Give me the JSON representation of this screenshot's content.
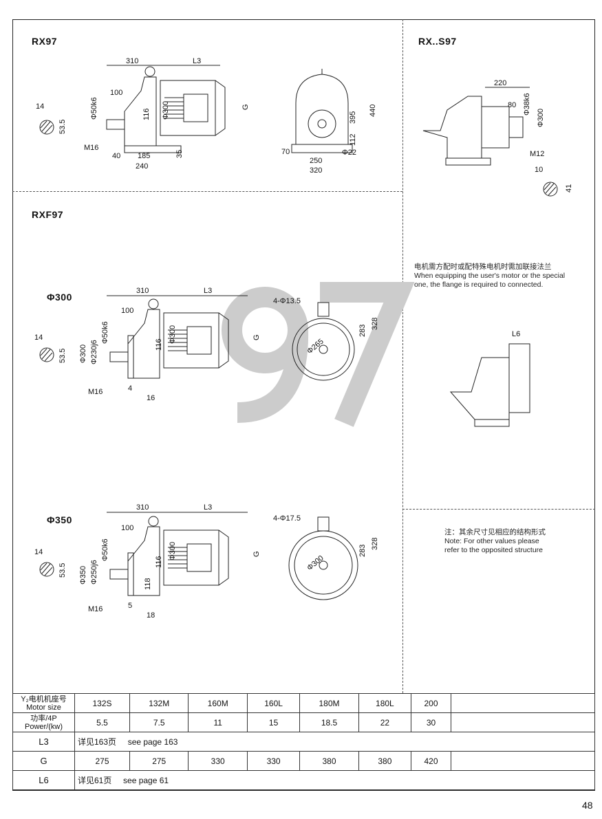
{
  "sections": {
    "rx97": "RX97",
    "rxs97": "RX..S97",
    "rxf97": "RXF97",
    "phi300": "Φ300",
    "phi350": "Φ350"
  },
  "watermark": "97",
  "dims": {
    "rx97": {
      "d310": "310",
      "l3": "L3",
      "d100": "100",
      "phi50k6": "Φ50k6",
      "phi300": "Φ300",
      "d116": "116",
      "g": "G",
      "m16": "M16",
      "d40": "40",
      "d185": "185",
      "d240": "240",
      "d35": "35",
      "key14": "14",
      "key53": "53.5",
      "d395": "395",
      "d440": "440",
      "d112": "112",
      "d70": "70",
      "phi22": "Φ22",
      "d250": "250",
      "d320": "320"
    },
    "rxs97": {
      "d220": "220",
      "d80": "80",
      "phi38k6": "Φ38k6",
      "phi300": "Φ300",
      "m12": "M12",
      "key10": "10",
      "key41": "41",
      "l6": "L6"
    },
    "rxf300": {
      "d310": "310",
      "l3": "L3",
      "d100": "100",
      "phi50k6": "Φ50k6",
      "phi300": "Φ300",
      "phi230j6": "Φ230j6",
      "d116": "116",
      "g": "G",
      "m16": "M16",
      "d4": "4",
      "d16": "16",
      "key14": "14",
      "key53": "53.5",
      "holes": "4-Φ13.5",
      "phi265": "Φ265",
      "d283": "283",
      "d328": "328"
    },
    "rxf350": {
      "d310": "310",
      "l3": "L3",
      "d100": "100",
      "phi50k6": "Φ50k6",
      "phi300": "Φ300",
      "phi350": "Φ350",
      "phi250j6": "Φ250j6",
      "d116": "116",
      "d118": "118",
      "g": "G",
      "m16": "M16",
      "d5": "5",
      "d18": "18",
      "key14": "14",
      "key53": "53.5",
      "holes": "4-Φ17.5",
      "phi300b": "Φ300",
      "d283": "283",
      "d328": "328"
    }
  },
  "notes": {
    "flange_cn": "电机需方配时或配特殊电机时需加联接法兰",
    "flange_en1": "When equipping the user's motor or the special",
    "flange_en2": "one, the flange is required to connected.",
    "other_cn": "注：其余尺寸见相应的结构形式",
    "other_en1": "Note: For other values please",
    "other_en2": "refer to the opposited structure"
  },
  "table": {
    "motor_size_label_cn": "Y₂电机机座号",
    "motor_size_label_en": "Motor size",
    "motor_sizes": [
      "132S",
      "132M",
      "160M",
      "160L",
      "180M",
      "180L",
      "200"
    ],
    "power_label_cn": "功率/4P",
    "power_label_en": "Power/(kw)",
    "powers": [
      "5.5",
      "7.5",
      "11",
      "15",
      "18.5",
      "22",
      "30"
    ],
    "l3_label": "L3",
    "l3_cn": "详见163页",
    "l3_en": "see page 163",
    "g_label": "G",
    "g_values": [
      "275",
      "275",
      "330",
      "330",
      "380",
      "380",
      "420"
    ],
    "l6_label": "L6",
    "l6_cn": "详见61页",
    "l6_en": "see page 61"
  },
  "page_number": "48"
}
